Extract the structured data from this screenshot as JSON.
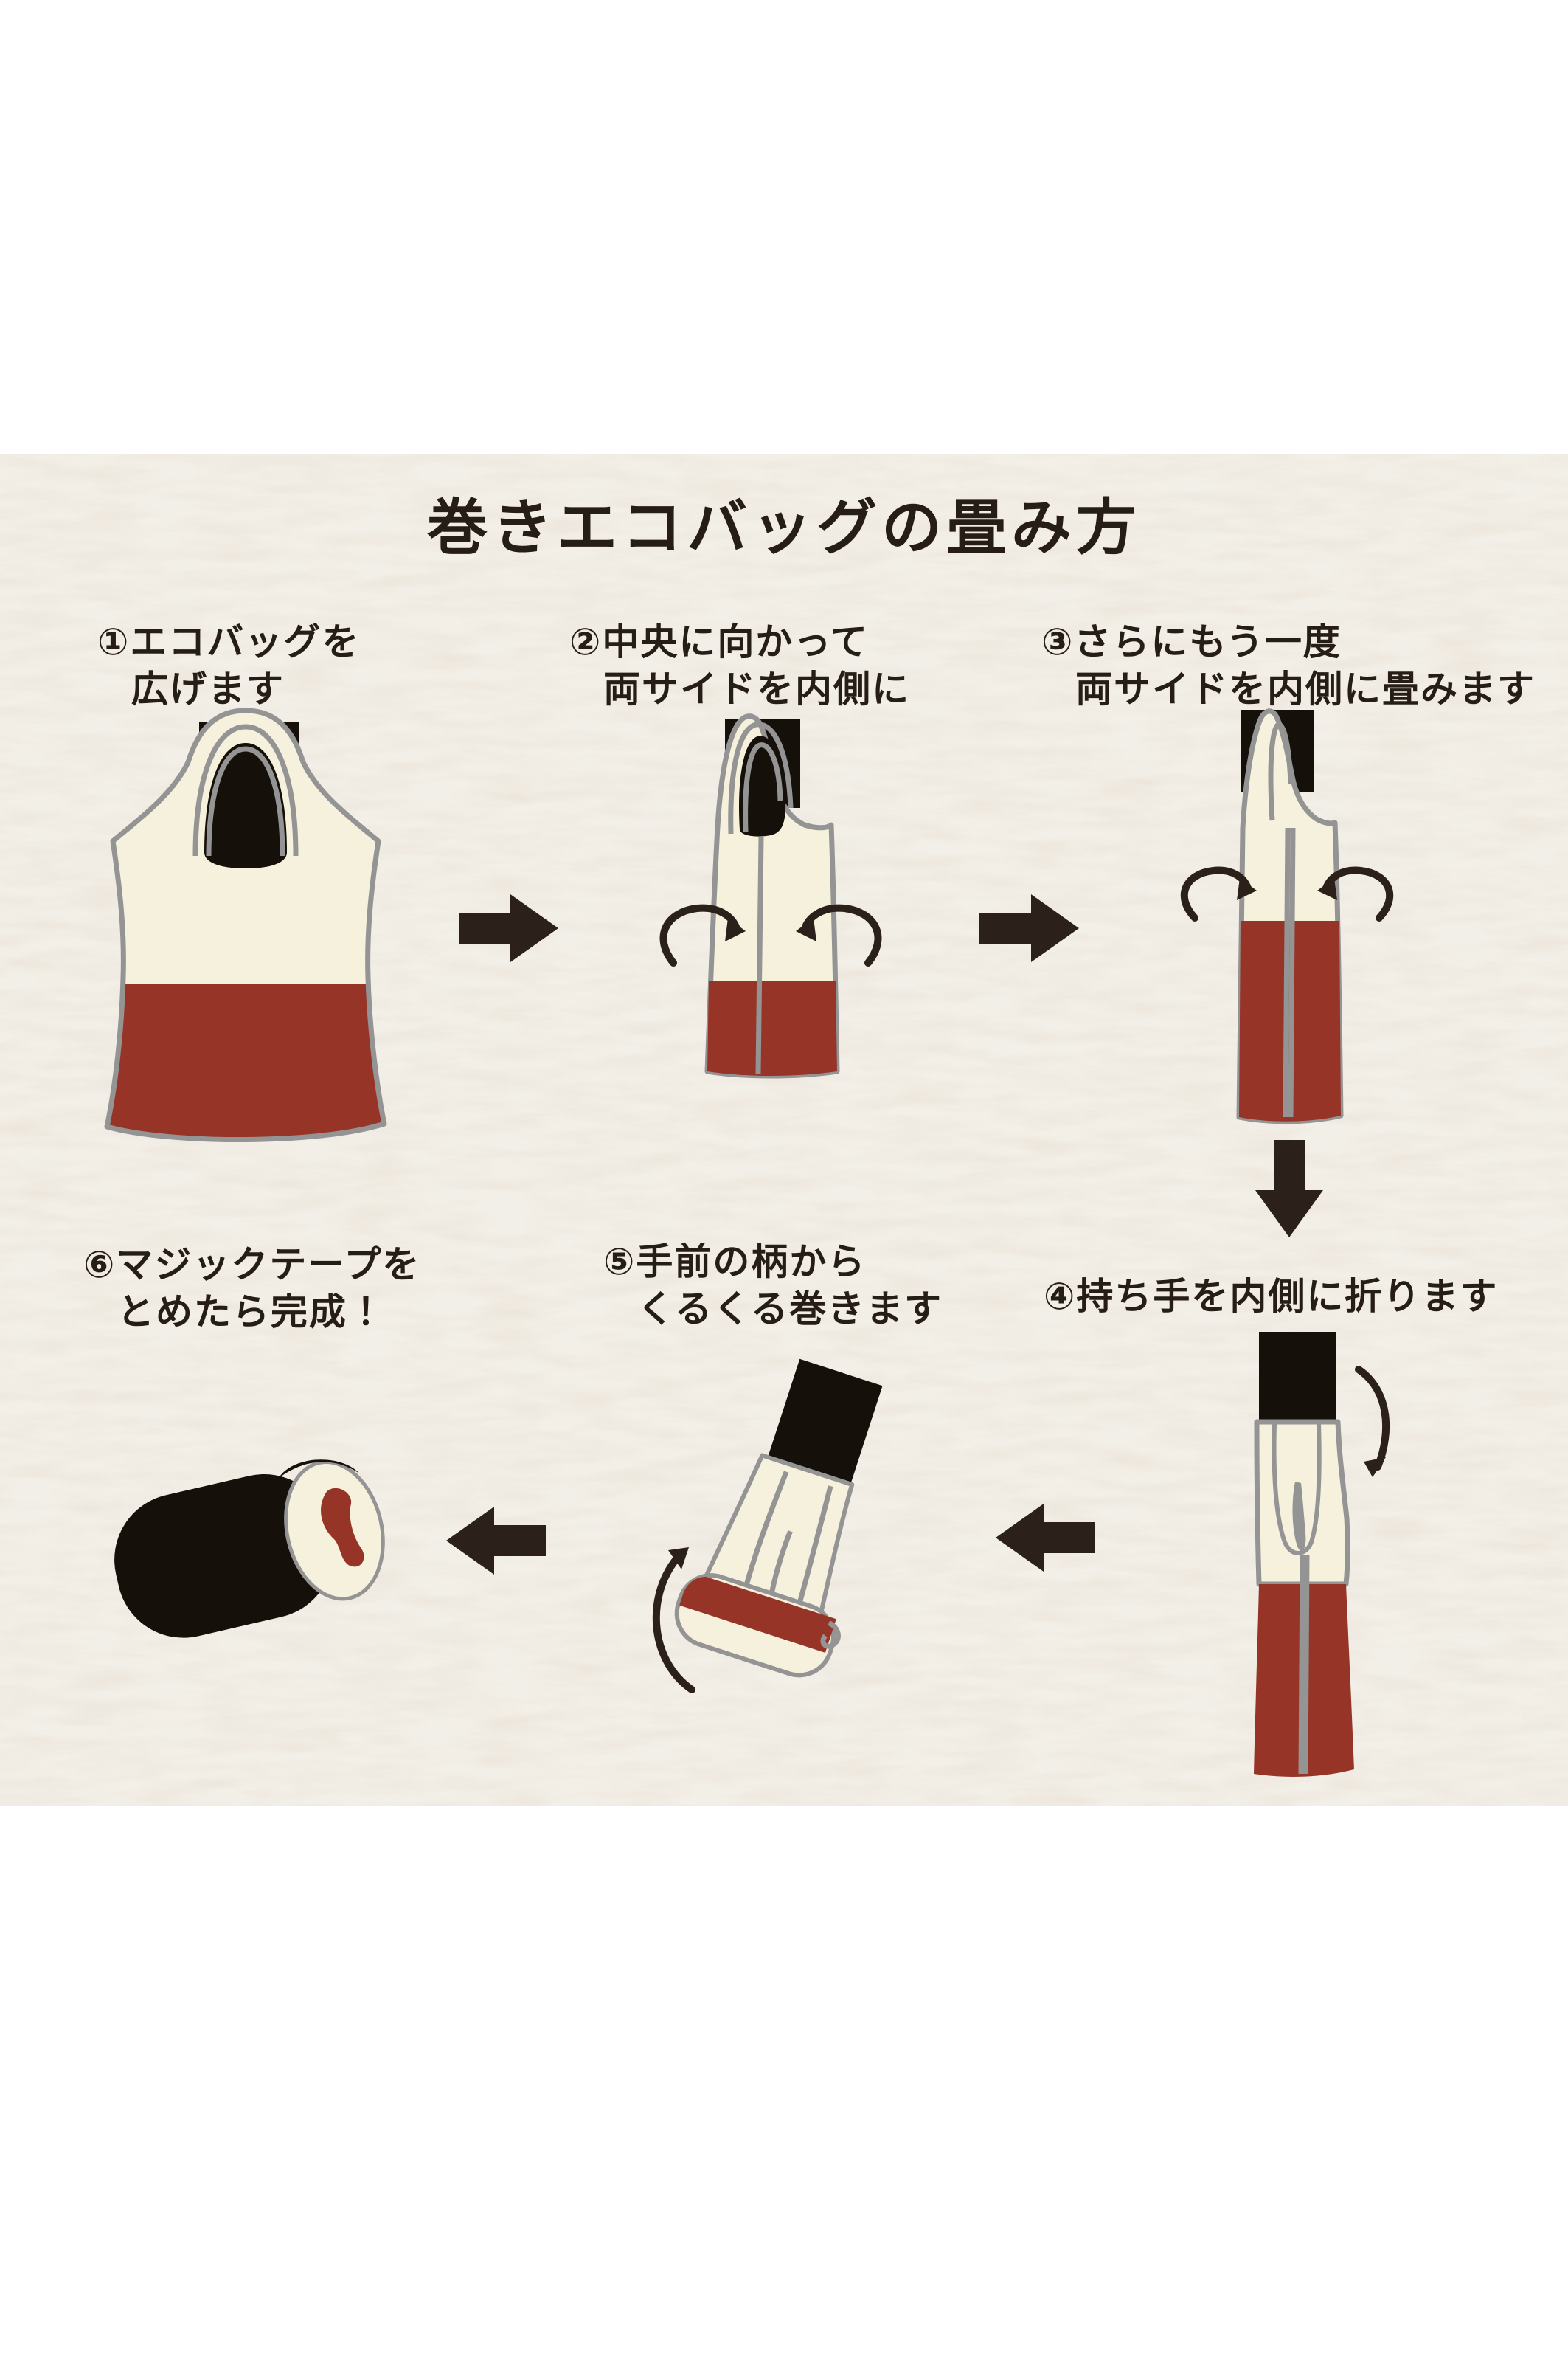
{
  "title": "巻きエコバッグの畳み方",
  "steps": [
    {
      "line1": "①エコバッグを",
      "line2": "広げます"
    },
    {
      "line1": "②中央に向かって",
      "line2": "両サイドを内側に"
    },
    {
      "line1": "③さらにもう一度",
      "line2": "両サイドを内側に畳みます"
    },
    {
      "line1": "④持ち手を内側に折ります",
      "line2": ""
    },
    {
      "line1": "⑤手前の柄から",
      "line2": "くるくる巻きます"
    },
    {
      "line1": "⑥マジックテープを",
      "line2": "とめたら完成！"
    }
  ],
  "icons": {
    "arrow_right": "solid block arrow ➡",
    "arrow_down": "solid block arrow ⬇",
    "arrow_left": "solid block arrow ⬅",
    "fold_arrow": "curved fold-direction arc arrow",
    "bag_open": "eco bag spread open",
    "bag_folded_once": "bag with both sides folded to center",
    "bag_folded_twice": "bag folded inward once more",
    "bag_handle_folded": "bag with handle folded inward",
    "bag_rolling": "bag being rolled from patterned end",
    "bag_rolled": "finished roll fastened with hook-and-loop tape"
  },
  "colors": {
    "page": "#ffffff",
    "band": "#f3f0e9",
    "ink": "#16100b",
    "arrow": "#2b211a",
    "cream": "#f6f1dc",
    "brown": "#963527",
    "outline": "#949494",
    "text": "#261d17"
  }
}
